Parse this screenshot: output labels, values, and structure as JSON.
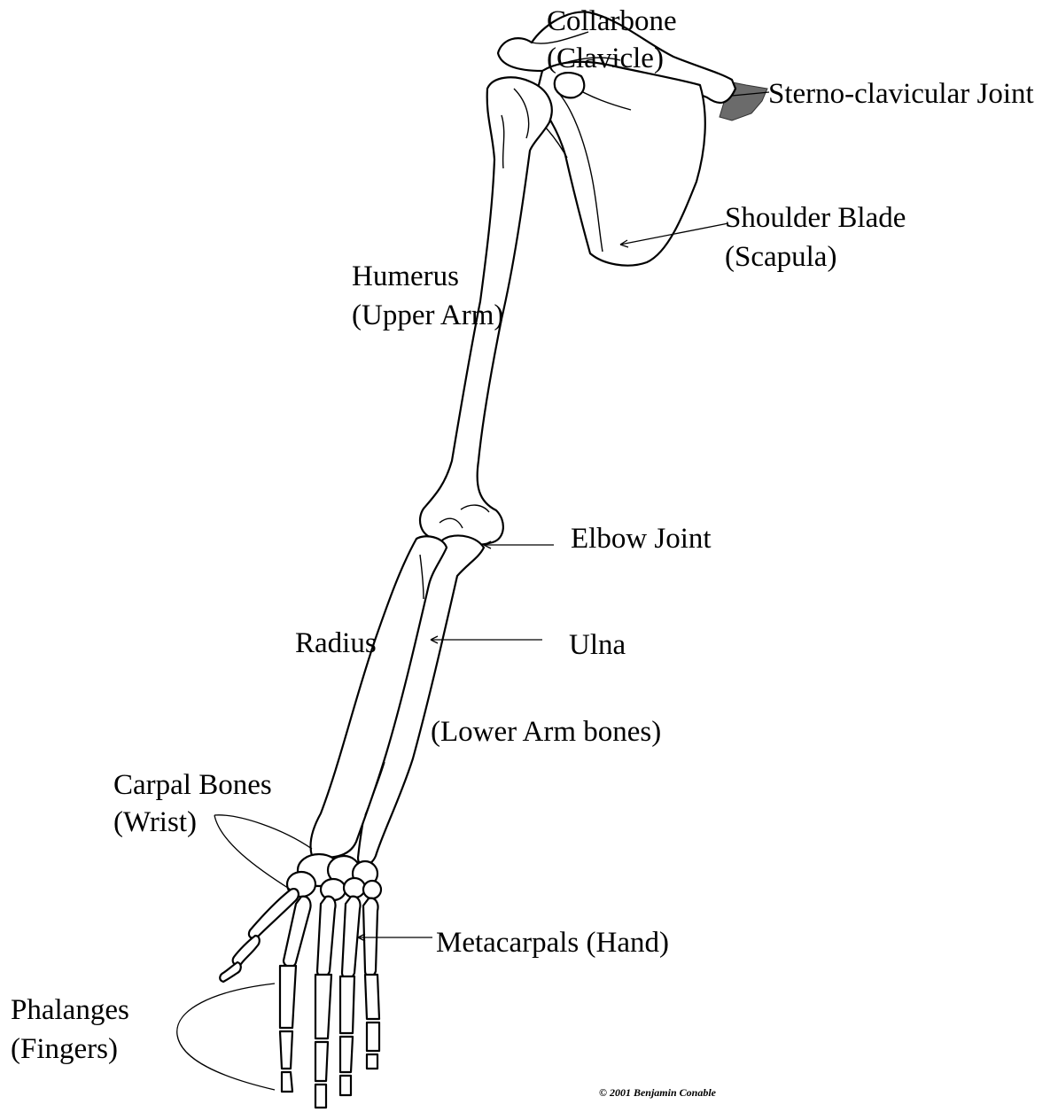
{
  "labels": {
    "collarbone": "Collarbone",
    "clavicle": "(Clavicle)",
    "sterno": "Sterno-clavicular Joint",
    "shoulder_blade": "Shoulder Blade",
    "scapula": "(Scapula)",
    "humerus": "Humerus",
    "upper_arm": "(Upper Arm)",
    "elbow": "Elbow Joint",
    "radius": "Radius",
    "ulna": "Ulna",
    "lower_arm": "(Lower Arm bones)",
    "carpal": "Carpal Bones",
    "wrist": "(Wrist)",
    "metacarpals": "Metacarpals (Hand)",
    "phalanges": "Phalanges",
    "fingers": "(Fingers)"
  },
  "credit": "© 2001 Benjamin Conable",
  "colors": {
    "sterno_joint": "#6b6b6b"
  }
}
